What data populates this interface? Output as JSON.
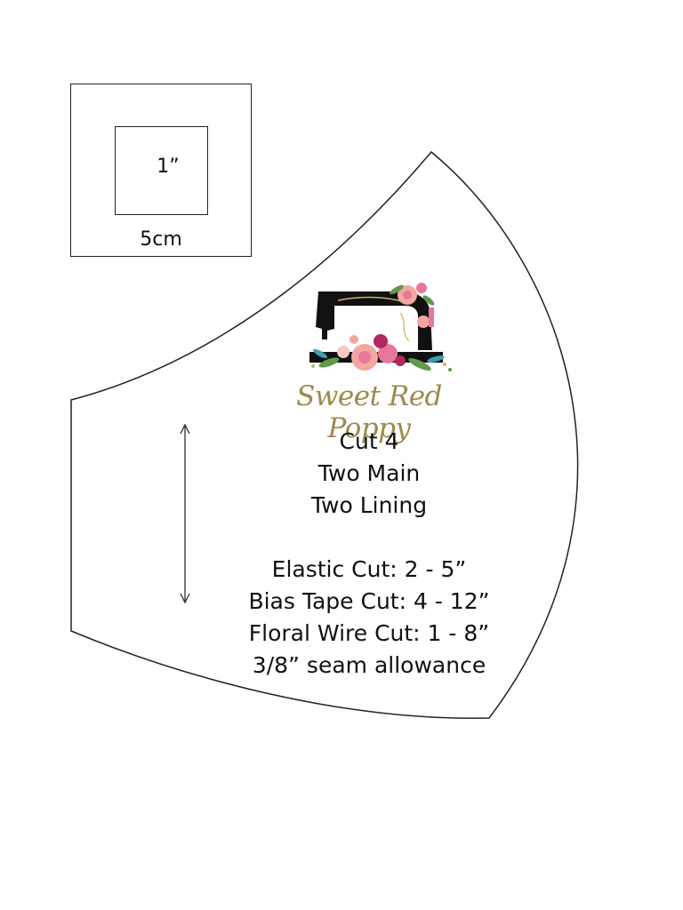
{
  "scale_box": {
    "inch_label": "1”",
    "cm_label": "5cm"
  },
  "logo": {
    "brand_text": "Sweet Red Poppy",
    "icon": "sewing-machine-with-flowers"
  },
  "instructions": {
    "cut_count": "Cut 4",
    "main_count": "Two Main",
    "lining_count": "Two Lining",
    "elastic": "Elastic Cut: 2 - 5”",
    "bias_tape": "Bias Tape Cut: 4 - 12”",
    "floral_wire": "Floral Wire Cut: 1 - 8”",
    "seam": "3/8” seam allowance"
  },
  "colors": {
    "outline": "#222222",
    "brand_gold": "#9c8a4d",
    "machine": "#111111",
    "flower_pink": "#e8789a",
    "flower_magenta": "#b2285e",
    "flower_peach": "#f4a6a0",
    "leaf_green": "#5f9a4a",
    "leaf_teal": "#3d9fb0"
  }
}
